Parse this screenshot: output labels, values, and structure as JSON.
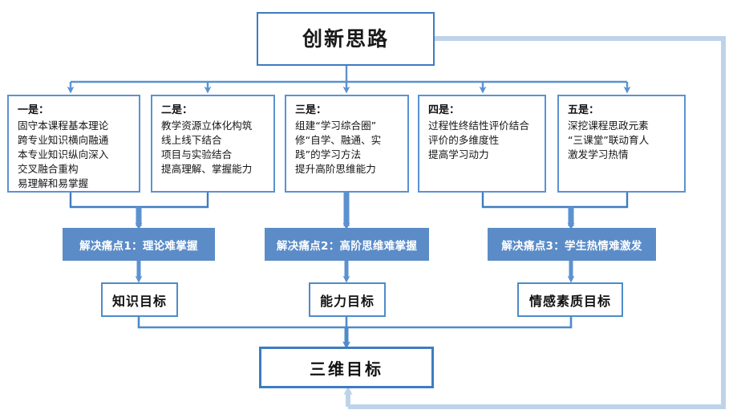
{
  "diagram": {
    "title": "创新思路",
    "palette": {
      "connector_blue": "#5B92D0",
      "connector_dark_blue": "#3E7CC0",
      "bar_blue": "#5B8CC8",
      "feedback_loop_blue": "#BED3EA",
      "box_border": "#5B92D0",
      "background": "#FFFFFF",
      "text_dark": "#111111",
      "text_on_bar": "#FFFFFF"
    },
    "reasons": [
      {
        "heading": "一是：",
        "lines": [
          "固守本课程基本理论",
          "跨专业知识横向融通",
          "本专业知识纵向深入",
          "交叉融合重构",
          "易理解和易掌握"
        ]
      },
      {
        "heading": "二是：",
        "lines": [
          "教学资源立体化构筑",
          "线上线下结合",
          "项目与实验结合",
          "提高理解、掌握能力"
        ]
      },
      {
        "heading": "三是：",
        "lines": [
          "组建“学习综合圈”",
          "修“自学、融通、实",
          "践”的学习方法",
          "提升高阶思维能力"
        ]
      },
      {
        "heading": "四是：",
        "lines": [
          "过程性终结性评价结合",
          "评价的多维度性",
          "提高学习动力"
        ]
      },
      {
        "heading": "五是：",
        "lines": [
          "深挖课程思政元素",
          "“三课堂”联动育人",
          "激发学习热情"
        ]
      }
    ],
    "pain_points": [
      {
        "label": "解决痛点1：理论难掌握"
      },
      {
        "label": "解决痛点2：高阶思维难掌握"
      },
      {
        "label": "解决痛点3：学生热情难激发"
      }
    ],
    "goals": [
      {
        "label": "知识目标"
      },
      {
        "label": "能力目标"
      },
      {
        "label": "情感素质目标"
      }
    ],
    "final_goal": {
      "label": "三维目标"
    }
  }
}
